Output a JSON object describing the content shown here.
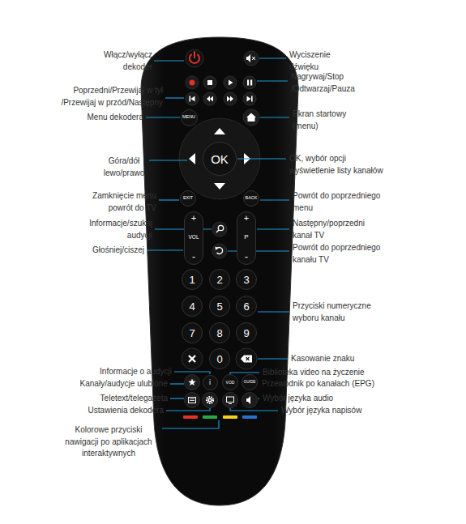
{
  "diagram": {
    "nodes": [
      {
        "text": [
          "MENU"
        ]
      },
      {
        "text": [
          "OK"
        ]
      },
      {
        "text": [
          "EXIT"
        ]
      },
      {
        "text": [
          "BACK"
        ]
      },
      {
        "text": [
          "+",
          "VOL",
          "-"
        ]
      },
      {
        "text": [
          "+",
          "P",
          "-"
        ]
      },
      {
        "text": [
          "1"
        ]
      },
      {
        "text": [
          "2"
        ]
      },
      {
        "text": [
          "3"
        ]
      },
      {
        "text": [
          "4"
        ]
      },
      {
        "text": [
          "5"
        ]
      },
      {
        "text": [
          "6"
        ]
      },
      {
        "text": [
          "7"
        ]
      },
      {
        "text": [
          "8"
        ]
      },
      {
        "text": [
          "9"
        ]
      },
      {
        "text": [
          "0"
        ]
      },
      {
        "text": [
          "i"
        ]
      },
      {
        "text": [
          "VOD"
        ]
      },
      {
        "text": [
          "GUIDE"
        ]
      }
    ],
    "labels": [
      "Włącz/wyłącz dekoder",
      "Poprzedni/Przewijaj w tył /Przewijaj w przód/Następny",
      "Menu dekodera",
      "Góra/dół lewo/prawo",
      "Zamknięcie menu powrót do TV",
      "Informacje/szukaj audycji",
      "Głośniej/ciszej",
      "Informacje o audycji",
      "Kanały/audycje ulubione",
      "Teletext/telegazeta",
      "Ustawienia dekodera",
      "Kolorowe przyciski nawigacji po aplikacjach interaktywnych",
      "Wyciszenie dźwięku",
      "Nagrywaj/Stop /Odtwarzaj/Pauza",
      "Ekran startowy (menu)",
      "OK, wybór opcji wyświetlenie listy kanałów",
      "Powrót do poprzedniego menu",
      "Następny/poprzedni kanał TV",
      "Powrót do poprzedniego kanału TV",
      "Przyciski numeryczne wyboru kanału",
      "Kasowanie znaku",
      "Biblioteka video na życzenie",
      "Przewodnik po kanałach (EPG)",
      "Wybór języka audio",
      "Wybór języka napisów"
    ]
  }
}
